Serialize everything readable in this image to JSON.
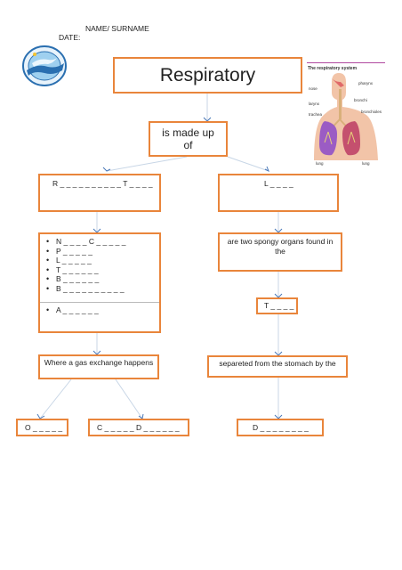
{
  "header": {
    "name_label": "NAME/ SURNAME",
    "date_label": "DATE:"
  },
  "title": "Respiratory",
  "made_up_of": "is made up of",
  "left": {
    "r_t": "R _ _ _ _ _ _ _ _ _ _ T _ _ _ _",
    "list": [
      "N _ _ _ _        C _ _ _ _ _",
      "P _ _ _ _ _",
      "L _ _ _ _ _",
      "T _ _ _ _ _ _",
      "B _ _ _ _ _ _",
      "B _ _ _ _ _ _ _ _ _ _"
    ],
    "list2": [
      "A _ _ _ _ _ _"
    ],
    "gas_exchange": "Where a gas exchange happens",
    "o": "O _ _ _ _ _",
    "c_d": "C _ _ _ _ _   D _ _ _ _ _ _"
  },
  "right": {
    "l": "L _ _ _ _",
    "spongy": "are two spongy organs found in the",
    "t": "T _ _ _ _",
    "separated": "separeted from the stomach by the",
    "d": "D _ _ _ _ _ _ _ _"
  },
  "diagram": {
    "title": "The respiratory system",
    "labels": {
      "nose": "nose",
      "pharynx": "pharynx",
      "larynx": "larynx",
      "bronchi": "bronchi",
      "trachea": "trachea",
      "bronchioles": "bronchioles",
      "lung_left": "lung",
      "lung_right": "lung"
    }
  }
}
